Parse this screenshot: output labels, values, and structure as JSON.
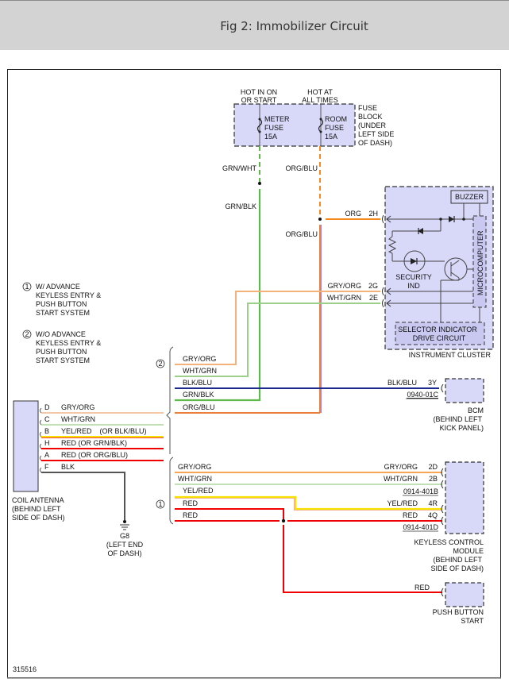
{
  "header": {
    "title": "Fig 2: Immobilizer Circuit"
  },
  "figure_id": "315516",
  "colors": {
    "module_fill": "#d8d8f8",
    "grn": "#5fb84a",
    "org": "#f5891f",
    "gry_org": "#f2b27a",
    "wht_grn": "#9ccf8a",
    "blk_blu": "#1c2a8f",
    "org_blu": "#e8803a",
    "yel_red": "#f6e200",
    "red": "#f00000",
    "blk": "#555555"
  },
  "fuse_block": {
    "label_lines": [
      "FUSE",
      "BLOCK",
      "(UNDER",
      "LEFT SIDE",
      "OF DASH)"
    ],
    "supply_left": [
      "HOT IN ON",
      "OR START"
    ],
    "supply_right": [
      "HOT AT",
      "ALL TIMES"
    ],
    "fuse_left": [
      "METER",
      "FUSE",
      "15A"
    ],
    "fuse_right": [
      "ROOM",
      "FUSE",
      "15A"
    ]
  },
  "wires_top": {
    "grn_wht": "GRN/WHT",
    "grn_blk": "GRN/BLK",
    "org_blu_1": "ORG/BLU",
    "org_blu_2": "ORG/BLU"
  },
  "instrument_cluster": {
    "label": "INSTRUMENT CLUSTER",
    "buzzer": "BUZZER",
    "micro": "MICROCOMPUTER",
    "security": [
      "SECURITY",
      "IND"
    ],
    "selector": [
      "SELECTOR INDICATOR",
      "DRIVE CIRCUIT"
    ],
    "pins": [
      {
        "wire": "ORG",
        "pin": "2H"
      },
      {
        "wire": "GRY/ORG",
        "pin": "2G"
      },
      {
        "wire": "WHT/GRN",
        "pin": "2E"
      }
    ]
  },
  "notes": [
    {
      "num": "1",
      "lines": [
        "W/ ADVANCE",
        "KEYLESS ENTRY &",
        "PUSH BUTTON",
        "START SYSTEM"
      ]
    },
    {
      "num": "2",
      "lines": [
        "W/O ADVANCE",
        "KEYLESS ENTRY &",
        "PUSH BUTTON",
        "START SYSTEM"
      ]
    }
  ],
  "group2_wires": [
    "GRY/ORG",
    "WHT/GRN",
    "BLK/BLU",
    "GRN/BLK",
    "ORG/BLU"
  ],
  "bcm": {
    "wire": "BLK/BLU",
    "pin": "3Y",
    "connector": "0940-01C",
    "label_lines": [
      "BCM",
      "(BEHIND LEFT",
      "KICK PANEL)"
    ]
  },
  "coil_antenna": {
    "pins": [
      {
        "pin": "D",
        "wire": "GRY/ORG"
      },
      {
        "pin": "C",
        "wire": "WHT/GRN"
      },
      {
        "pin": "B",
        "wire": "YEL/RED    (OR BLK/BLU)"
      },
      {
        "pin": "H",
        "wire": "RED (OR GRN/BLK)"
      },
      {
        "pin": "A",
        "wire": "RED (OR ORG/BLU)"
      },
      {
        "pin": "F",
        "wire": "BLK"
      }
    ],
    "label_lines": [
      "COIL ANTENNA",
      "(BEHIND LEFT",
      "SIDE OF DASH)"
    ]
  },
  "ground": {
    "name": "G8",
    "label_lines": [
      "(LEFT END",
      "OF DASH)"
    ]
  },
  "group1_wires": [
    "GRY/ORG",
    "WHT/GRN",
    "YEL/RED",
    "RED",
    "RED"
  ],
  "keyless_module": {
    "pins": [
      {
        "wire": "GRY/ORG",
        "pin": "2D"
      },
      {
        "wire": "WHT/GRN",
        "pin": "2B"
      },
      {
        "wire": "YEL/RED",
        "pin": "4R"
      },
      {
        "wire": "RED",
        "pin": "4Q"
      }
    ],
    "connectors": [
      "0914-401B",
      "0914-401D"
    ],
    "label_lines": [
      "KEYLESS CONTROL",
      "MODULE",
      "(BEHIND LEFT",
      "SIDE OF DASH)"
    ]
  },
  "push_button": {
    "wire": "RED",
    "label_lines": [
      "PUSH BUTTON",
      "START"
    ]
  }
}
